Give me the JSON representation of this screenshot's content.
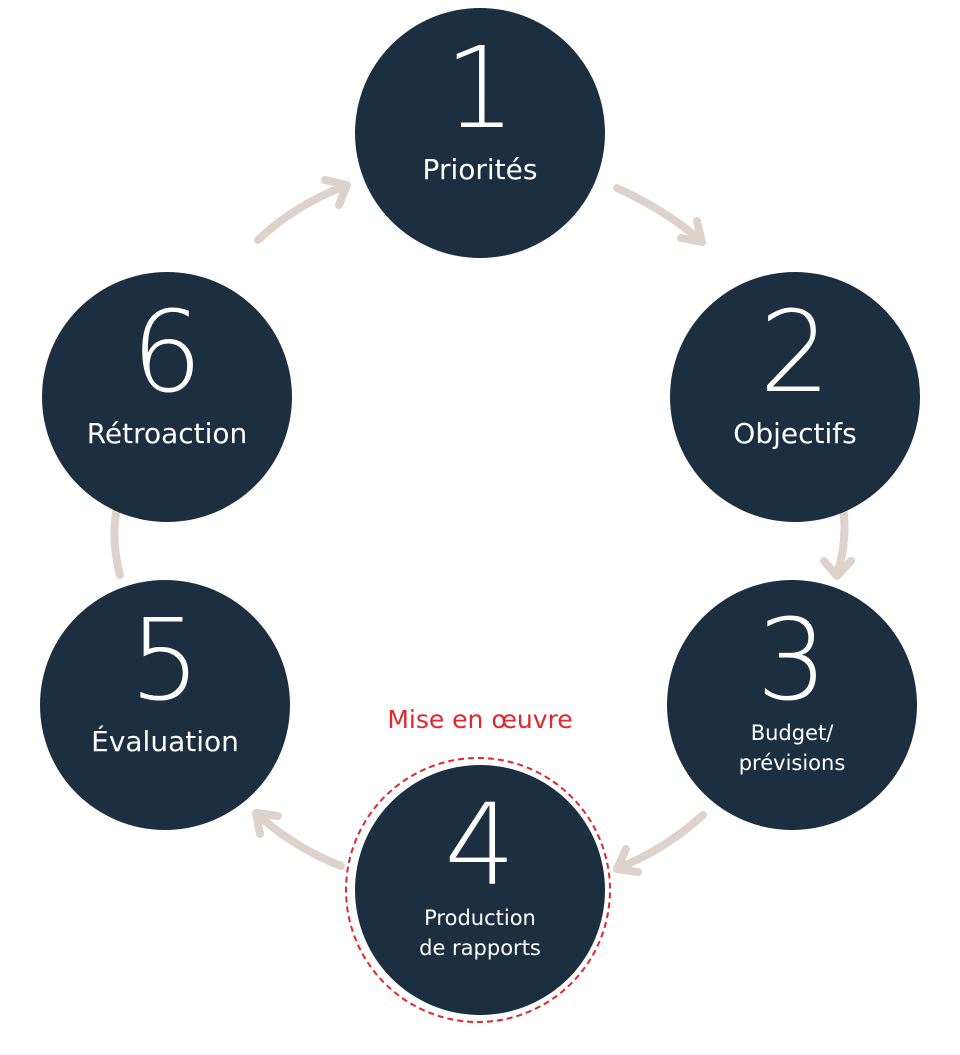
{
  "colors": {
    "circle_fill": "#1b2f41",
    "circle_text": "#ffffff",
    "arrow": "#ddd3cb",
    "highlight": "#e0282e"
  },
  "steps": [
    {
      "number": "1",
      "label": "Priorités"
    },
    {
      "number": "2",
      "label": "Objectifs"
    },
    {
      "number": "3",
      "label_line1": "Budget/",
      "label_line2": "prévisions"
    },
    {
      "number": "4",
      "label_line1": "Production",
      "label_line2": "de rapports"
    },
    {
      "number": "5",
      "label": "Évaluation"
    },
    {
      "number": "6",
      "label": "Rétroaction"
    }
  ],
  "highlight": {
    "label": "Mise en œuvre",
    "step": "4"
  }
}
